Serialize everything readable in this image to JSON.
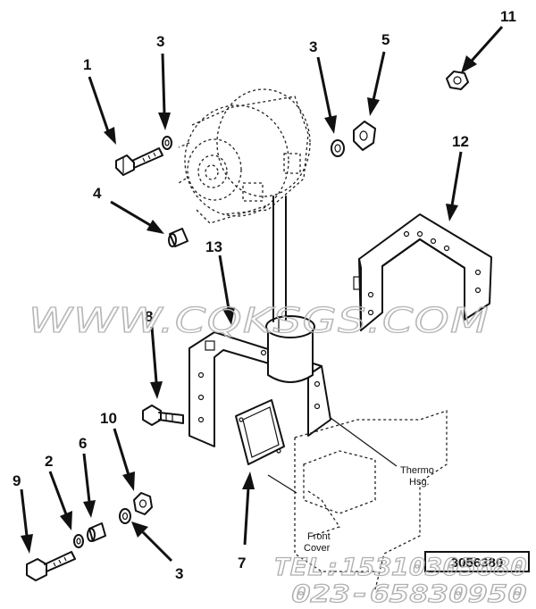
{
  "callouts": {
    "c1": "1",
    "c3a": "3",
    "c3b": "3",
    "c5": "5",
    "c11": "11",
    "c12": "12",
    "c4": "4",
    "c13": "13",
    "c8": "8",
    "c10": "10",
    "c6": "6",
    "c2": "2",
    "c9": "9",
    "c3c": "3",
    "c7": "7"
  },
  "labels": {
    "thermo_line1": "Thermo",
    "thermo_line2": "Hsg.",
    "front_line1": "Front",
    "front_line2": "Cover"
  },
  "reference_number": "3056380",
  "watermark": {
    "url": "WWW.CQKSGS.COM",
    "tel": "TEL:15310305680",
    "phone": "023-65830950"
  }
}
